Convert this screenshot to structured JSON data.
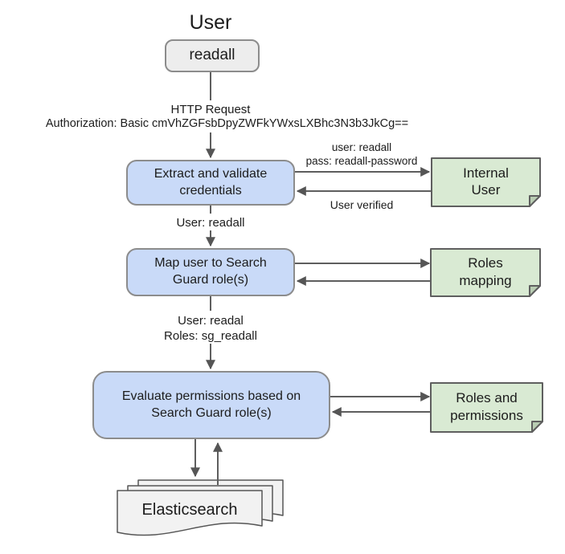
{
  "title": "User",
  "actor": {
    "label": "readall"
  },
  "request": {
    "title": "HTTP Request",
    "header": "Authorization: Basic cmVhZGFsbDpyZWFkYWxsLXBhc3N3b3JkCg=="
  },
  "steps": {
    "extract": {
      "label": "Extract and validate\ncredentials"
    },
    "map_roles": {
      "label": "Map user to Search\nGuard role(s)"
    },
    "evaluate": {
      "label": "Evaluate permissions based on\nSearch Guard role(s)"
    }
  },
  "stores": {
    "internal_user": {
      "label": "Internal\nUser"
    },
    "roles_mapping": {
      "label": "Roles\nmapping"
    },
    "roles_permissions": {
      "label": "Roles and\npermissions"
    }
  },
  "edge_labels": {
    "credentials": "user: readall\npass: readall-password",
    "verified": "User verified",
    "after_extract": "User: readall",
    "after_map": "User: readal\nRoles: sg_readall"
  },
  "backend": {
    "label": "Elasticsearch"
  },
  "colors": {
    "step_fill": "#c9daf8",
    "store_fill": "#d9ead3",
    "neutral_fill": "#ededed",
    "document_fill": "#f2f2f2",
    "border_gray": "#8c8c8c",
    "arrow_gray": "#5e5e5e"
  }
}
